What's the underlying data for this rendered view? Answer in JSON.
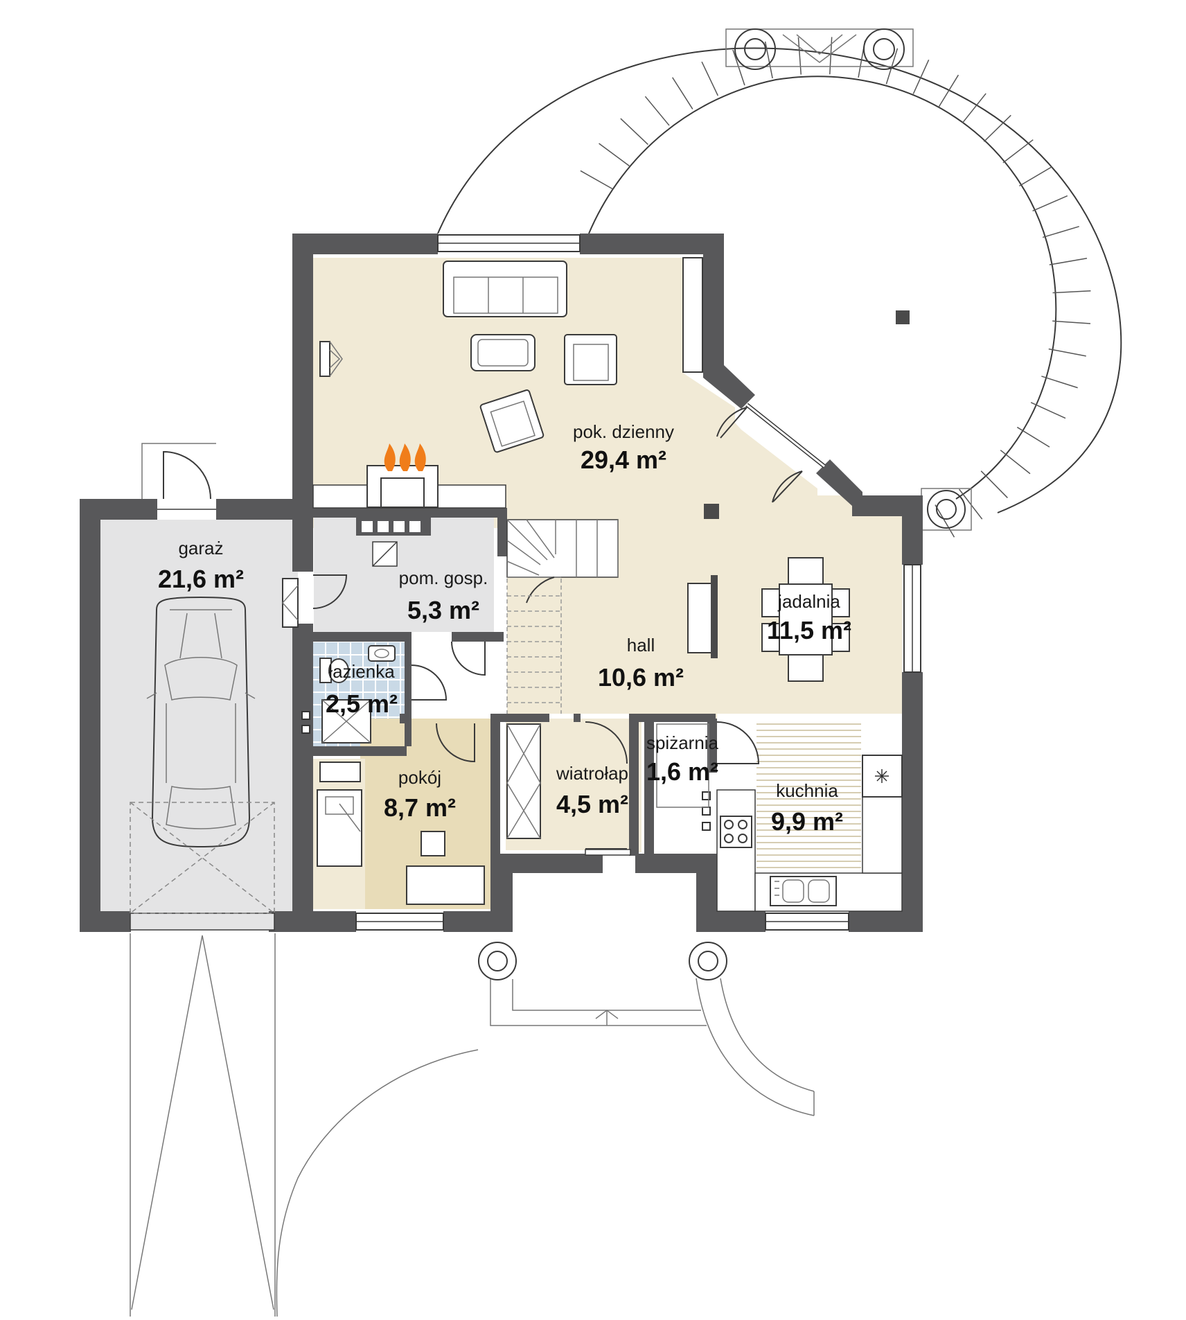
{
  "colors": {
    "wall": "#58585a",
    "living_floor": "#f1ead6",
    "utility_floor": "#e4e4e5",
    "bathroom_tile": "#c9d9e6",
    "bedroom_floor": "#e8dcb8",
    "garage_floor": "#e4e4e5",
    "fire": "#f07d1a"
  },
  "rooms": [
    {
      "id": "living",
      "name": "pok. dzienny",
      "area": "29,4 m²"
    },
    {
      "id": "garage",
      "name": "garaż",
      "area": "21,6 m²"
    },
    {
      "id": "utility",
      "name": "pom. gosp.",
      "area": "5,3 m²"
    },
    {
      "id": "dining",
      "name": "jadalnia",
      "area": "11,5 m²"
    },
    {
      "id": "hall",
      "name": "hall",
      "area": "10,6 m²"
    },
    {
      "id": "bathroom",
      "name": "łazienka",
      "area": "2,5 m²"
    },
    {
      "id": "pantry",
      "name": "spiżarnia",
      "area": "1,6 m²"
    },
    {
      "id": "room",
      "name": "pokój",
      "area": "8,7 m²"
    },
    {
      "id": "vestibule",
      "name": "wiatrołap",
      "area": "4,5 m²"
    },
    {
      "id": "kitchen",
      "name": "kuchnia",
      "area": "9,9 m²"
    }
  ],
  "icons": [
    "fireplace-flame-icon",
    "car-icon",
    "stove-icon",
    "sink-icon",
    "refrigerator-icon",
    "toilet-icon",
    "shower-icon"
  ]
}
